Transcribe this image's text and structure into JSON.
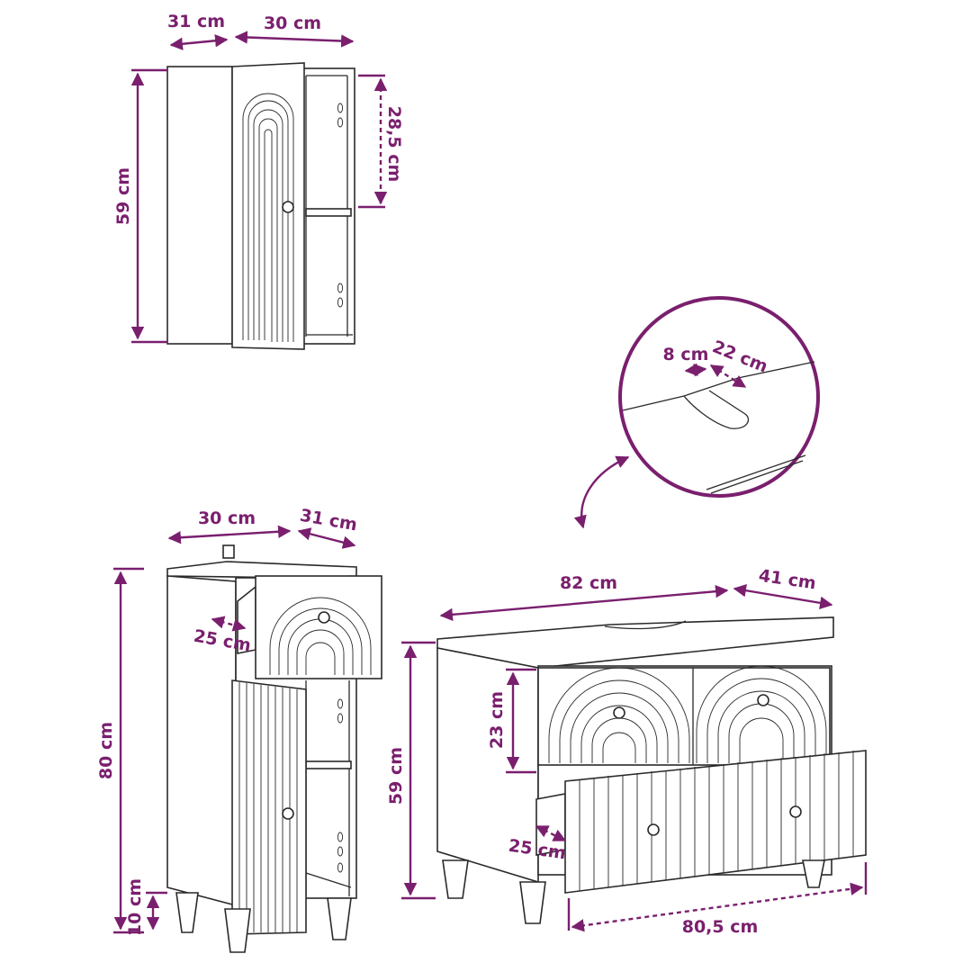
{
  "colors": {
    "accent": "#7a1f6e",
    "outline": "#2a2a2a",
    "background": "#ffffff"
  },
  "wall_cabinet": {
    "depth": "31 cm",
    "width": "30 cm",
    "height": "59 cm",
    "shelf_height": "28,5 cm"
  },
  "tall_cabinet": {
    "width": "30 cm",
    "depth": "31 cm",
    "drawer_depth": "25 cm",
    "height": "80 cm",
    "leg_height": "10 cm"
  },
  "sink_cabinet": {
    "width": "82 cm",
    "depth": "41 cm",
    "height": "59 cm",
    "drawer_height": "23 cm",
    "drawer_depth": "25 cm",
    "drawer_width": "80,5 cm"
  },
  "cutout_detail": {
    "offset": "8 cm",
    "width": "22 cm"
  },
  "icons": [
    "arrow-curved-icon",
    "dimension-arrow-icon"
  ]
}
